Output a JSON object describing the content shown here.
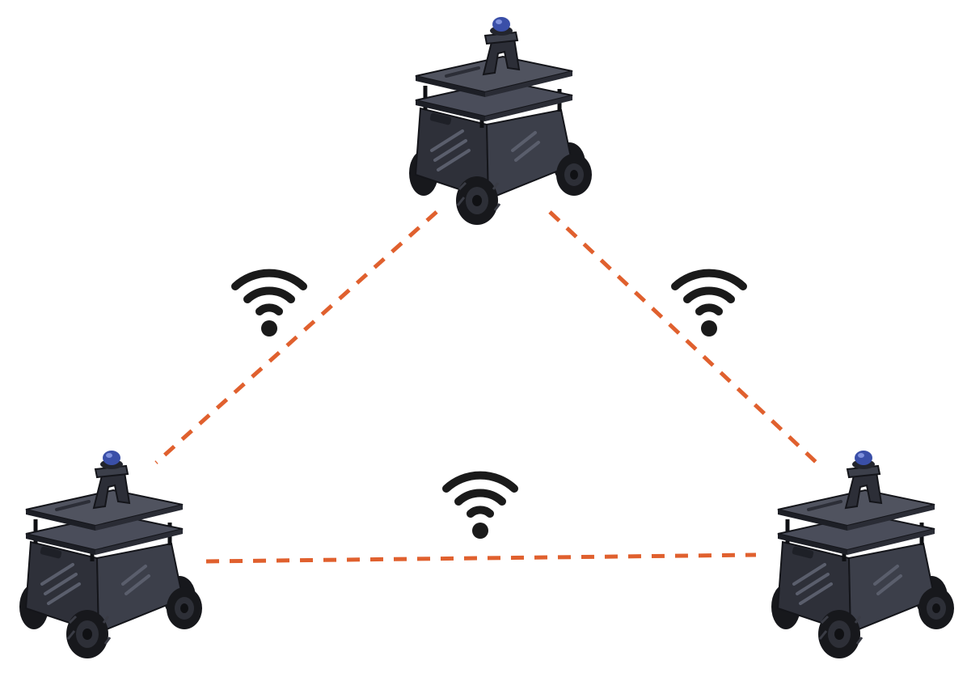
{
  "diagram": {
    "nodes": [
      {
        "id": "robot-top",
        "icon": "mobile-robot-icon"
      },
      {
        "id": "robot-bottom-left",
        "icon": "mobile-robot-icon"
      },
      {
        "id": "robot-bottom-right",
        "icon": "mobile-robot-icon"
      }
    ],
    "links": [
      {
        "from": "robot-top",
        "to": "robot-bottom-left",
        "style": "dashed",
        "icon": "wifi-icon"
      },
      {
        "from": "robot-top",
        "to": "robot-bottom-right",
        "style": "dashed",
        "icon": "wifi-icon"
      },
      {
        "from": "robot-bottom-left",
        "to": "robot-bottom-right",
        "style": "dashed",
        "icon": "wifi-icon"
      }
    ],
    "colors": {
      "link": "#e0602e",
      "wifi": "#1a1a1a",
      "robot_body": "#3a3d48",
      "robot_dark": "#23252d",
      "robot_edge": "#14151a",
      "wheel": "#17181c",
      "beacon": "#3a4fa8"
    }
  }
}
